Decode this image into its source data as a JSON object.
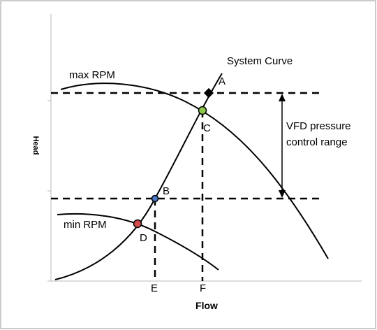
{
  "diagram": {
    "x_axis_label": "Flow",
    "y_axis_label": "Head",
    "curves": {
      "max_rpm": "max RPM",
      "min_rpm": "min RPM",
      "system": "System Curve"
    },
    "points": {
      "a": "A",
      "b": "B",
      "c": "C",
      "d": "D"
    },
    "flow_marks": {
      "e": "E",
      "f": "F"
    },
    "range_label": {
      "line1": "VFD pressure",
      "line2": "control range"
    },
    "colors": {
      "line": "#000000",
      "point_a": "#000000",
      "point_b": "#4a78c8",
      "point_c": "#8cc84a",
      "point_d": "#d04a4a"
    }
  }
}
